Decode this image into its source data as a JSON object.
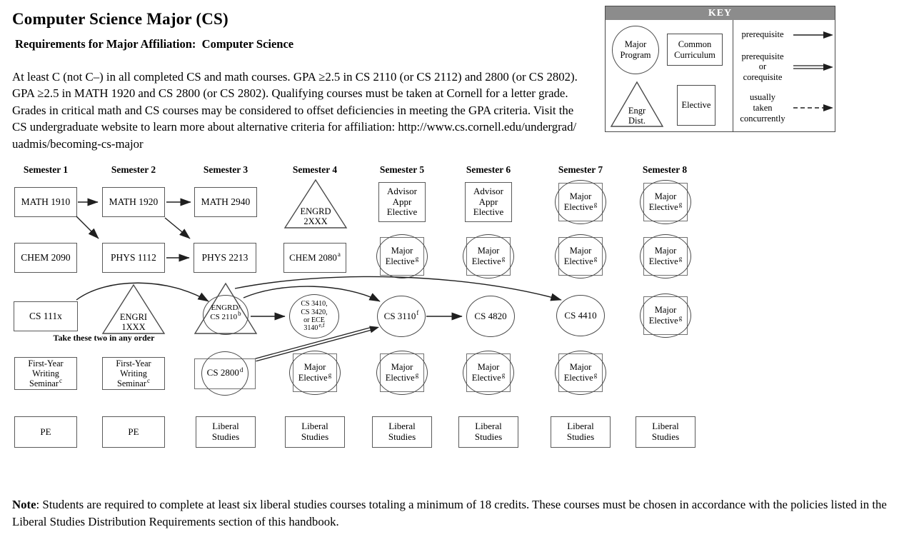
{
  "title": "Computer Science Major (CS)",
  "subtitle": "Requirements for Major Affiliation:  Computer Science",
  "intro": "At least C (not C–) in all completed CS and math courses. GPA ≥2.5 in CS 2110 (or CS 2112) and 2800 (or CS 2802).\nGPA ≥2.5 in MATH 1920 and CS 2800 (or CS 2802). Qualifying courses must be taken at Cornell for a letter grade.\nGrades in critical math and CS courses may be considered to offset deficiencies in meeting the GPA criteria. Visit the\nCS undergraduate website to learn more about alternative criteria for affiliation: http://www.cs.cornell.edu/undergrad/\nuadmis/becoming-cs-major",
  "note_label": "Note",
  "note_text": ": Students are required to complete at least six liberal studies courses totaling a minimum of 18 credits.  These courses must be chosen in accordance with the policies listed in the Liberal Studies Distribution Requirements section of this handbook.",
  "key": {
    "title": "KEY",
    "major_program": "Major\nProgram",
    "common_curriculum": "Common\nCurriculum",
    "engr_dist": "Engr\nDist.",
    "elective": "Elective",
    "prerequisite": "prerequisite",
    "prereq_or_coreq": "prerequisite\nor\ncorequisite",
    "concurrent": "usually\ntaken\nconcurrently"
  },
  "semesters": [
    "Semester 1",
    "Semester 2",
    "Semester 3",
    "Semester 4",
    "Semester 5",
    "Semester 6",
    "Semester 7",
    "Semester 8"
  ],
  "annotation_any_order": "Take these two in any order",
  "nodes": {
    "math1910": {
      "label": "MATH 1910"
    },
    "math1920": {
      "label": "MATH 1920"
    },
    "math2940": {
      "label": "MATH 2940"
    },
    "chem2090": {
      "label": "CHEM 2090"
    },
    "phys1112": {
      "label": "PHYS 1112"
    },
    "phys2213": {
      "label": "PHYS 2213"
    },
    "cs111x": {
      "label": "CS 111x"
    },
    "engri1xxx": {
      "label": "ENGRI\n1XXX"
    },
    "engrd_cs2110": {
      "label": "ENGRD/\nCS 2110",
      "sup": "b"
    },
    "engrd2xxx": {
      "label": "ENGRD\n2XXX"
    },
    "chem2080": {
      "label": "CHEM 2080",
      "sup": "a"
    },
    "cs3410": {
      "label": "CS 3410,\nCS 3420,\nor ECE\n3140",
      "sup": "e,f"
    },
    "cs3110": {
      "label": "CS 3110",
      "sup": "f"
    },
    "cs4820": {
      "label": "CS 4820"
    },
    "cs4410": {
      "label": "CS 4410"
    },
    "cs2800": {
      "label": "CS 2800",
      "sup": "d"
    },
    "fyws": {
      "label": "First-Year\nWriting\nSeminar",
      "sup": "c"
    },
    "pe": {
      "label": "PE"
    },
    "advisor": {
      "label": "Advisor\nAppr\nElective"
    },
    "major_elective": {
      "label": "Major\nElective",
      "sup": "g"
    },
    "liberal": {
      "label": "Liberal\nStudies"
    }
  },
  "colors": {
    "key_header_bg": "#8c8c8c",
    "box_border": "#5a5a5a",
    "arrow": "#1f1f1f"
  }
}
